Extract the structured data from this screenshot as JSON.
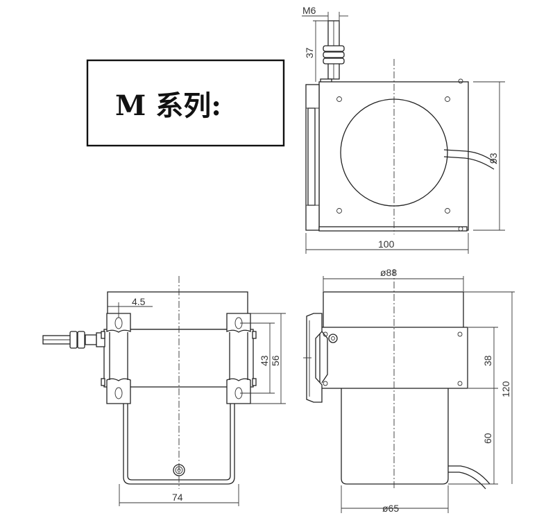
{
  "title": "M 系列:",
  "colors": {
    "line": "#222222",
    "background": "#ffffff"
  },
  "dimensions": {
    "top_view": {
      "thread": "M6",
      "cable_exit_length": "37",
      "width": "100",
      "height": "93"
    },
    "front_view": {
      "hole_offset": "4.5",
      "hole_spacing": "43",
      "bracket_height": "56",
      "bracket_width": "74"
    },
    "side_view": {
      "drum_diameter": "ø88",
      "bottom_diameter": "ø65",
      "bracket_height": "38",
      "lower_height": "60",
      "total_height": "120"
    }
  }
}
